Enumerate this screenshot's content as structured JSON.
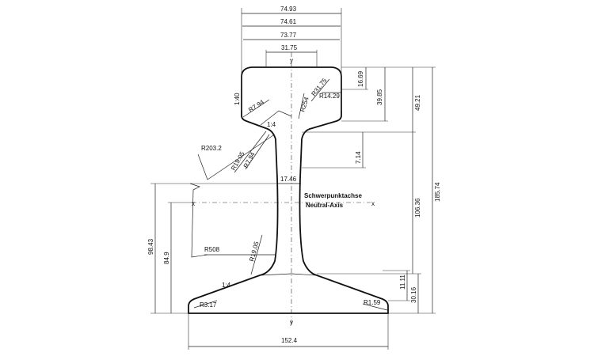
{
  "axis_labels": {
    "y_top": "y",
    "y_bottom": "y",
    "x_left": "x",
    "x_right": "x"
  },
  "neutral_axis": {
    "label_de": "Schwerpunktachse",
    "label_en": "Neutral-Axis"
  },
  "dimensions": {
    "width_7493": "74.93",
    "width_7461": "74.61",
    "width_7377": "73.77",
    "width_3175": "31.75",
    "web_1746": "17.46",
    "base_1524": "152.4",
    "h_1669": "16.69",
    "h_3985": "39.85",
    "h_4921": "49.21",
    "h_714": "7.14",
    "h_10636": "106.36",
    "h_18574": "185.74",
    "h_9843": "98.43",
    "h_849": "84.9",
    "h_1111": "11.11",
    "h_3016": "30.16"
  },
  "radii": {
    "r_794_a": "R7.94",
    "r_254": "R254",
    "r_3175": "R31.75",
    "r_1429": "R14.29",
    "r_2032": "R203.2",
    "r_1905_a": "R19.05",
    "r_794_b": "R7.94",
    "r_508": "R508",
    "r_1905_b": "R19.05",
    "r_317": "R3.17",
    "r_159": "R1.59"
  },
  "slopes": {
    "head_side": "1:40",
    "head_under": "1:4",
    "base_top": "1:4"
  }
}
